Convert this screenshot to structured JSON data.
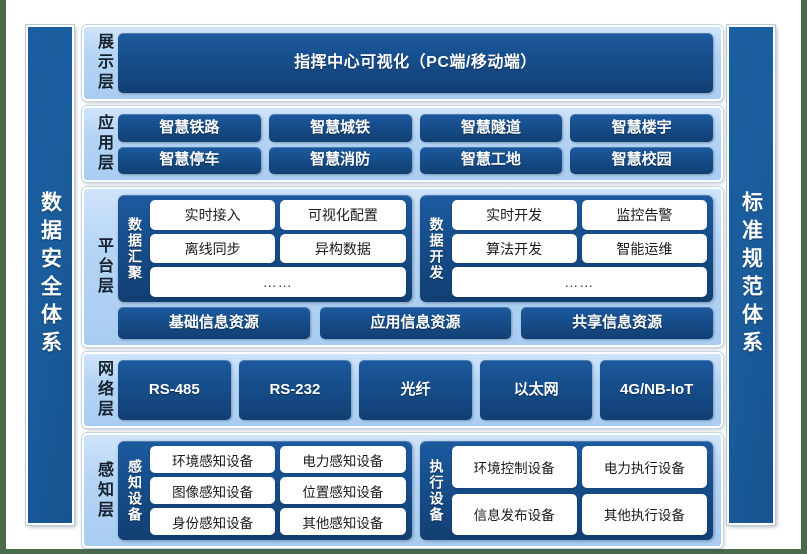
{
  "side_bars": {
    "left": {
      "label": "数据安全体系"
    },
    "right": {
      "label": "标准规范体系"
    }
  },
  "layers": {
    "display": {
      "label": "展示层",
      "banner": "指挥中心可视化（PC端/移动端）"
    },
    "application": {
      "label": "应用层",
      "row1": [
        "智慧铁路",
        "智慧城铁",
        "智慧隧道",
        "智慧楼宇"
      ],
      "row2": [
        "智慧停车",
        "智慧消防",
        "智慧工地",
        "智慧校园"
      ]
    },
    "platform": {
      "label": "平台层",
      "group_aggregation": {
        "title": "数据汇聚",
        "row1": [
          "实时接入",
          "可视化配置"
        ],
        "row2": [
          "离线同步",
          "异构数据"
        ],
        "row3": [
          "……"
        ]
      },
      "group_development": {
        "title": "数据开发",
        "row1": [
          "实时开发",
          "监控告警"
        ],
        "row2": [
          "算法开发",
          "智能运维"
        ],
        "row3": [
          "……"
        ]
      },
      "resources": [
        "基础信息资源",
        "应用信息资源",
        "共享信息资源"
      ]
    },
    "network": {
      "label": "网络层",
      "items": [
        "RS-485",
        "RS-232",
        "光纤",
        "以太网",
        "4G/NB-IoT"
      ]
    },
    "sensing": {
      "label": "感知层",
      "group_sensor": {
        "title": "感知设备",
        "row1": [
          "环境感知设备",
          "电力感知设备"
        ],
        "row2": [
          "图像感知设备",
          "位置感知设备"
        ],
        "row3": [
          "身份感知设备",
          "其他感知设备"
        ]
      },
      "group_actuator": {
        "title": "执行设备",
        "row1": [
          "环境控制设备",
          "电力执行设备"
        ],
        "row2": [
          "信息发布设备",
          "其他执行设备"
        ]
      }
    }
  },
  "colors": {
    "dark_blue": "#17508f",
    "deep_blue": "#123f72",
    "light_blue_panel": "#a9cdf1",
    "side_bar_blue": "#1a5c9c",
    "white": "#ffffff",
    "backdrop_green": "#4a6b4c"
  }
}
